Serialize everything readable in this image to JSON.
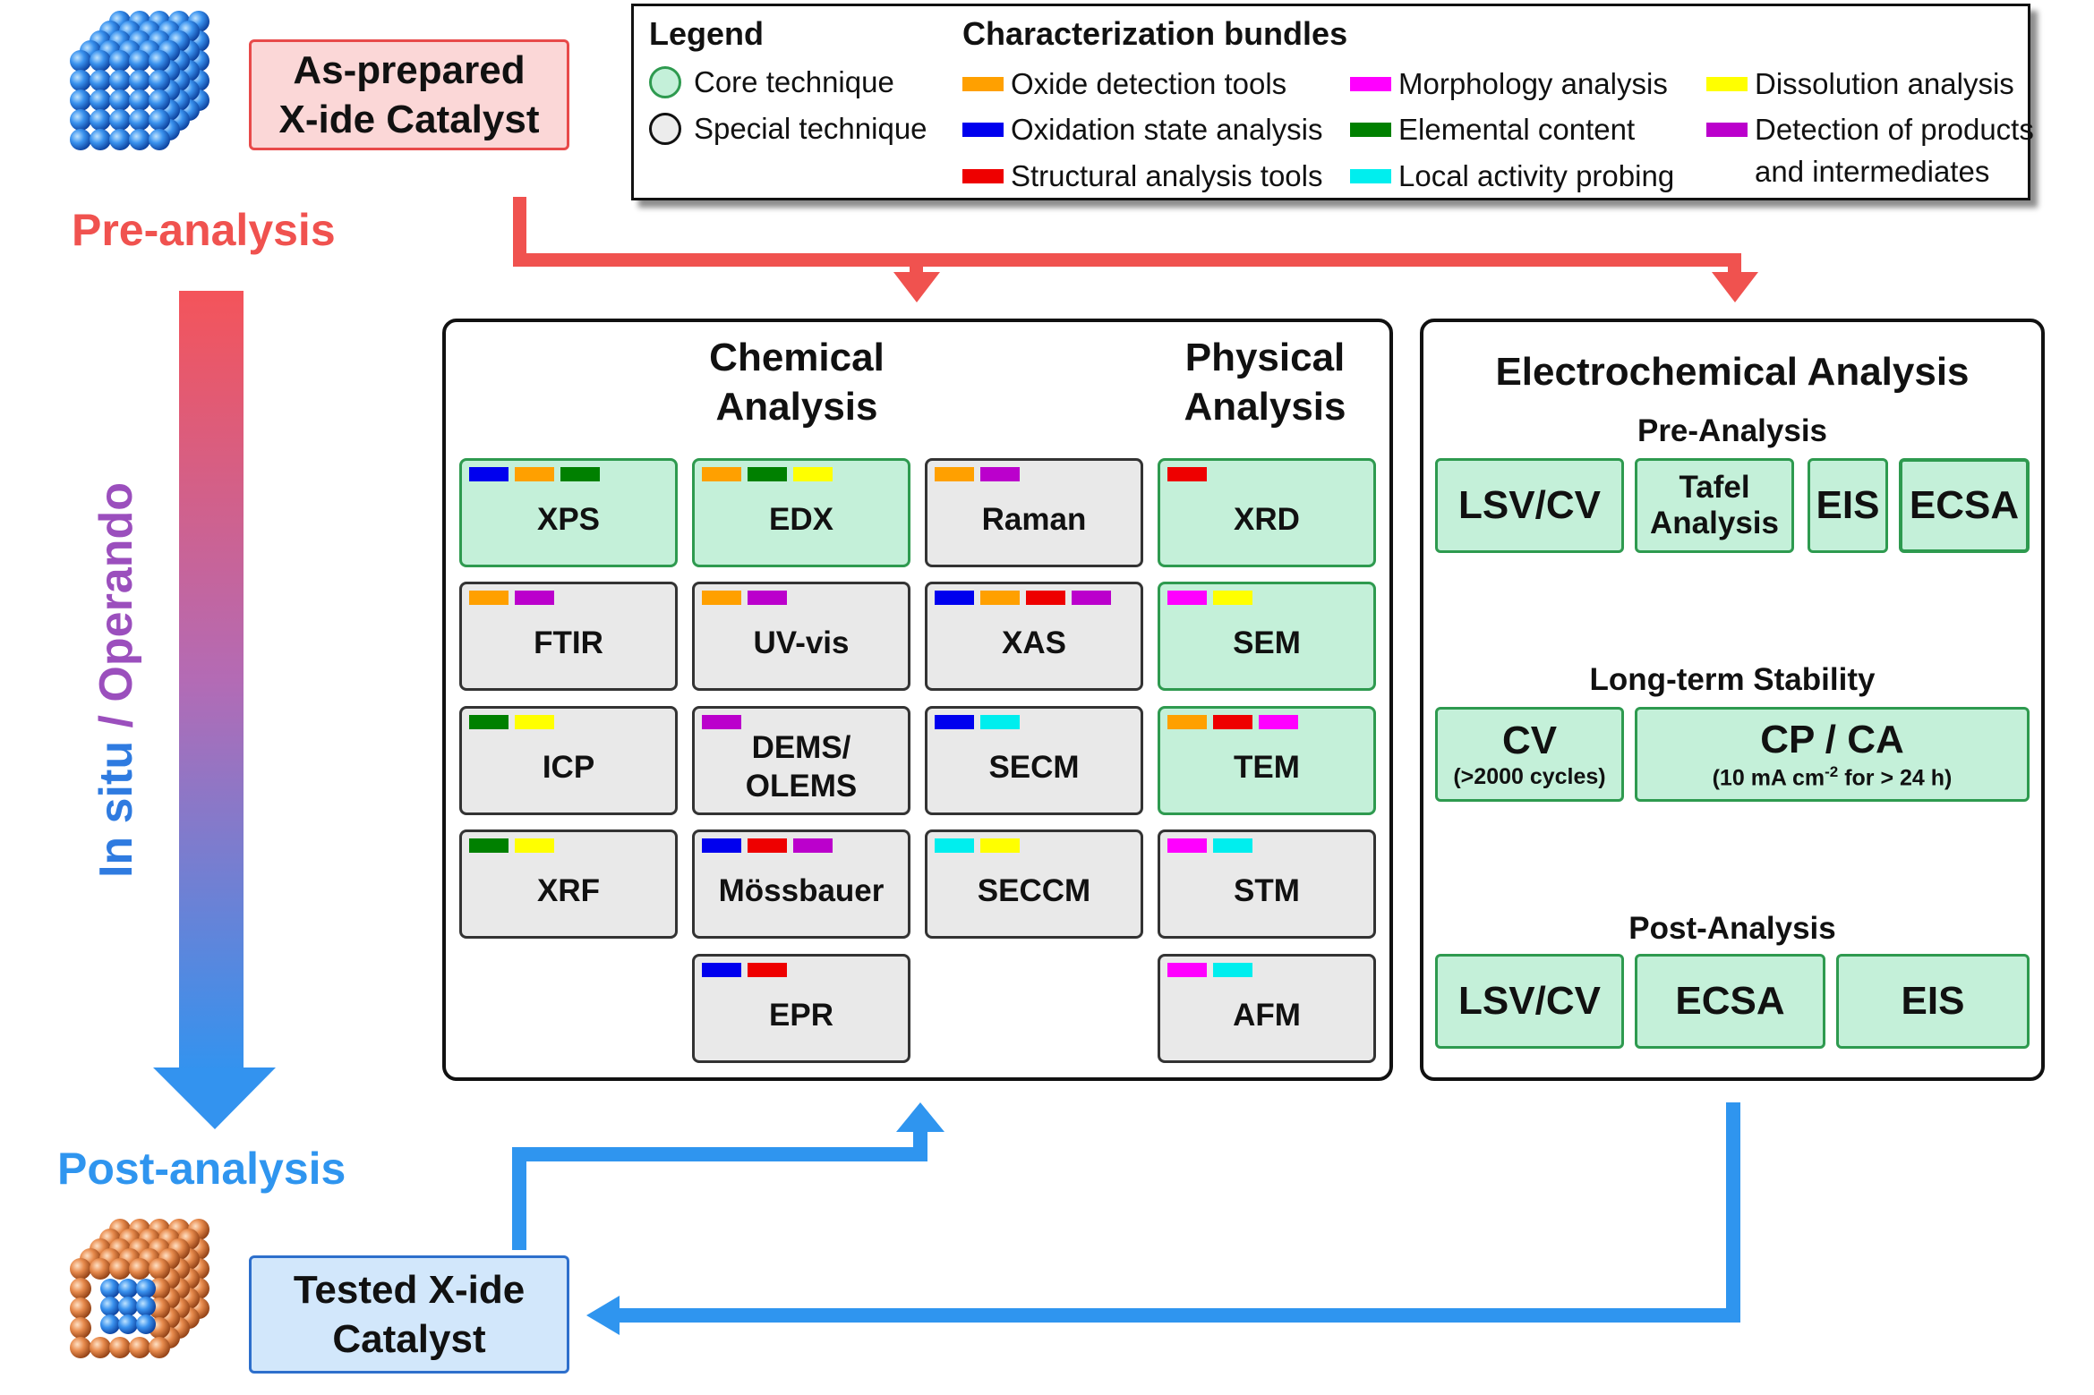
{
  "legend": {
    "title": "Legend",
    "core": "Core technique",
    "special": "Special technique",
    "bundles_title": "Characterization bundles",
    "bundles": {
      "oxide": {
        "label": "Oxide detection tools",
        "color": "#ffa000"
      },
      "oxidation": {
        "label": "Oxidation state analysis",
        "color": "#0000ee"
      },
      "structural": {
        "label": "Structural analysis tools",
        "color": "#ee0000"
      },
      "morphology": {
        "label": "Morphology analysis",
        "color": "#ff00ff"
      },
      "elemental": {
        "label": "Elemental content",
        "color": "#008000"
      },
      "local": {
        "label": "Local activity probing",
        "color": "#00eeee"
      },
      "dissolution": {
        "label": "Dissolution analysis",
        "color": "#ffff00"
      },
      "products": {
        "label": "Detection of products",
        "label2": "and intermediates",
        "color": "#bb00cc"
      }
    }
  },
  "catalyst": {
    "pre_line1": "As-prepared",
    "pre_line2": "X-ide Catalyst",
    "post_line1": "Tested X-ide",
    "post_line2": "Catalyst"
  },
  "labels": {
    "pre_analysis": "Pre-analysis",
    "post_analysis": "Post-analysis",
    "in_situ": "In situ",
    "slash": " / ",
    "operando": "Operando"
  },
  "colors": {
    "pre_red": "#f0524f",
    "post_blue": "#2f95ef",
    "operando_purple": "#9b4fbd",
    "in_situ_blue": "#2f7be0",
    "core_fill": "#c4f0d9",
    "special_fill": "#e9e9e9"
  },
  "analysis": {
    "chemical_line1": "Chemical",
    "chemical_line2": "Analysis",
    "physical_line1": "Physical",
    "physical_line2": "Analysis",
    "techniques": [
      {
        "name": "XPS",
        "core": true,
        "tags": [
          "oxidation",
          "oxide",
          "elemental"
        ]
      },
      {
        "name": "EDX",
        "core": true,
        "tags": [
          "oxide",
          "elemental",
          "dissolution"
        ]
      },
      {
        "name": "Raman",
        "core": false,
        "tags": [
          "oxide",
          "products"
        ]
      },
      {
        "name": "XRD",
        "core": true,
        "tags": [
          "structural"
        ]
      },
      {
        "name": "FTIR",
        "core": false,
        "tags": [
          "oxide",
          "products"
        ]
      },
      {
        "name": "UV-vis",
        "core": false,
        "tags": [
          "oxide",
          "products"
        ]
      },
      {
        "name": "XAS",
        "core": false,
        "tags": [
          "oxidation",
          "oxide",
          "structural",
          "products"
        ]
      },
      {
        "name": "SEM",
        "core": true,
        "tags": [
          "morphology",
          "dissolution"
        ]
      },
      {
        "name": "ICP",
        "core": false,
        "tags": [
          "elemental",
          "dissolution"
        ]
      },
      {
        "name": "DEMS/",
        "name2": "OLEMS",
        "core": false,
        "tags": [
          "products"
        ]
      },
      {
        "name": "SECM",
        "core": false,
        "tags": [
          "oxidation",
          "local"
        ]
      },
      {
        "name": "TEM",
        "core": true,
        "tags": [
          "oxide",
          "structural",
          "morphology"
        ]
      },
      {
        "name": "XRF",
        "core": false,
        "tags": [
          "elemental",
          "dissolution"
        ]
      },
      {
        "name": "Mössbauer",
        "core": false,
        "tags": [
          "oxidation",
          "structural",
          "products"
        ]
      },
      {
        "name": "SECCM",
        "core": false,
        "tags": [
          "local",
          "dissolution"
        ]
      },
      {
        "name": "STM",
        "core": false,
        "tags": [
          "morphology",
          "local"
        ]
      },
      {
        "name": "EPR",
        "core": false,
        "tags": [
          "oxidation",
          "structural"
        ]
      },
      {
        "name": "AFM",
        "core": false,
        "tags": [
          "morphology",
          "local"
        ]
      }
    ]
  },
  "electrochem": {
    "title": "Electrochemical Analysis",
    "pre_label": "Pre-Analysis",
    "pre": [
      "LSV/CV",
      "Tafel",
      "Analysis",
      "EIS",
      "ECSA"
    ],
    "stability_label": "Long-term Stability",
    "cv": "CV",
    "cv_sub": "(>2000 cycles)",
    "cpca": "CP / CA",
    "cpca_sub_a": "(10 mA cm",
    "cpca_sup": "-2",
    "cpca_sub_b": " for > 24 h)",
    "post_label": "Post-Analysis",
    "post": [
      "LSV/CV",
      "ECSA",
      "EIS"
    ]
  }
}
